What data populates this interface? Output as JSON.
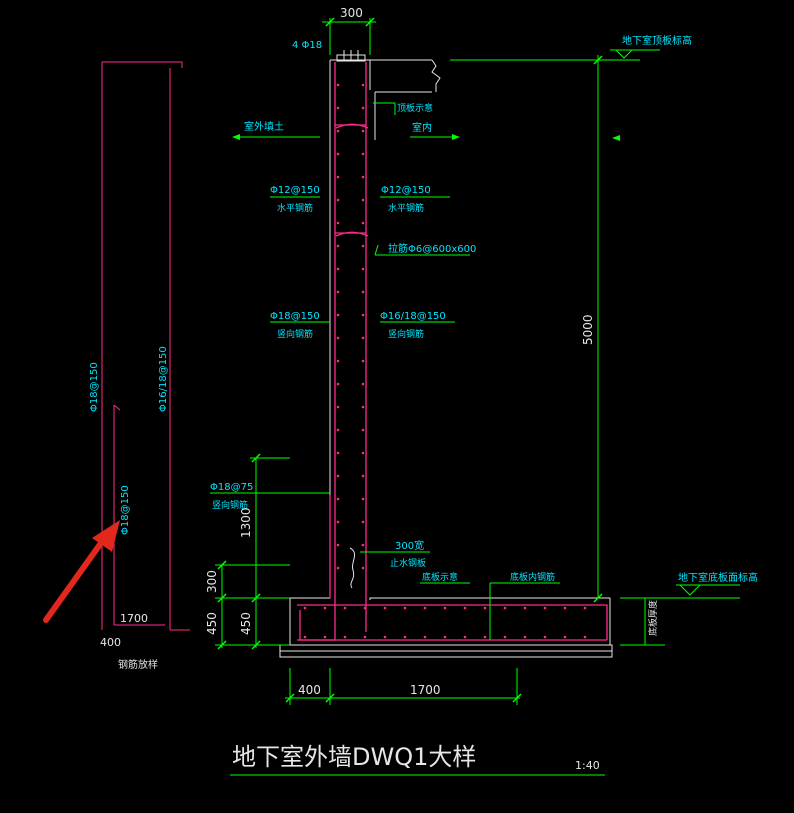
{
  "drawing": {
    "title": "地下室外墙DWQ1大样",
    "scale": "1:40",
    "dimensions": {
      "top_width": "300",
      "height_total": "5000",
      "height_1300": "1300",
      "height_300": "300",
      "height_450_a": "450",
      "height_450_b": "450",
      "left_400": "400",
      "right_1700": "1700",
      "detail_400": "400",
      "detail_1700": "1700"
    },
    "labels": {
      "top_bars": "4 Φ18",
      "roof_level": "地下室顶板标高",
      "roof_hint": "顶板示意",
      "indoor": "室内",
      "backfill": "室外填土",
      "h_bar_out": "Φ12@150",
      "h_bar_out_sub": "水平钢筋",
      "h_bar_in": "Φ12@150",
      "h_bar_in_sub": "水平钢筋",
      "tie_bar": "拉筋Φ6@600x600",
      "v_bar_out": "Φ18@150",
      "v_bar_out_sub": "竖向钢筋",
      "v_bar_in": "Φ16/18@150",
      "v_bar_in_sub": "竖向钢筋",
      "dowel": "Φ18@75",
      "dowel_sub": "竖向钢筋",
      "waterstop": "300宽",
      "waterstop_sub": "止水钢板",
      "slab_hint": "底板示意",
      "slab_inner_bar": "底板内钢筋",
      "floor_level": "地下室底板面标高",
      "slab_thickness": "底板厚度",
      "detail_caption": "钢筋放样",
      "detail_v1": "Φ18@150",
      "detail_v2": "Φ16/18@150",
      "detail_v3": "Φ18@150"
    },
    "colors": {
      "green": "#00ff00",
      "magenta": "#ff2a8c",
      "white": "#e6e6e6",
      "cyan": "#00e5ff",
      "red": "#e0281c"
    }
  }
}
